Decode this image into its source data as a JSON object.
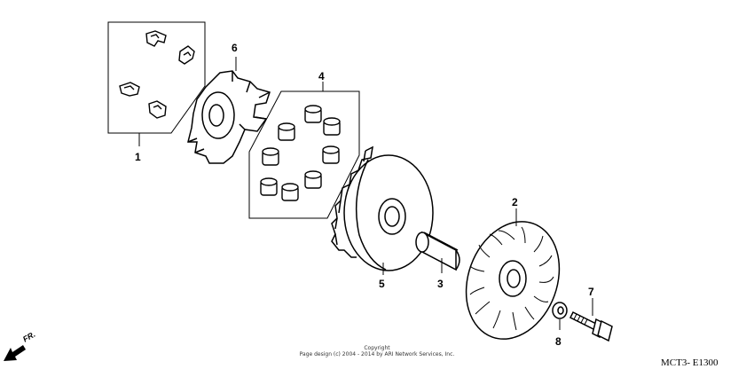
{
  "callouts": {
    "c1": "1",
    "c2": "2",
    "c3": "3",
    "c4": "4",
    "c5": "5",
    "c6": "6",
    "c7": "7",
    "c8": "8"
  },
  "copyright": {
    "line1": "Copyright",
    "line2": "Page design (c) 2004 - 2014 by ARI Network Services, Inc."
  },
  "direction_label": "FR.",
  "diagram_code": "MCT3- E1300",
  "icons": {
    "direction": "arrow-down-left-icon"
  }
}
